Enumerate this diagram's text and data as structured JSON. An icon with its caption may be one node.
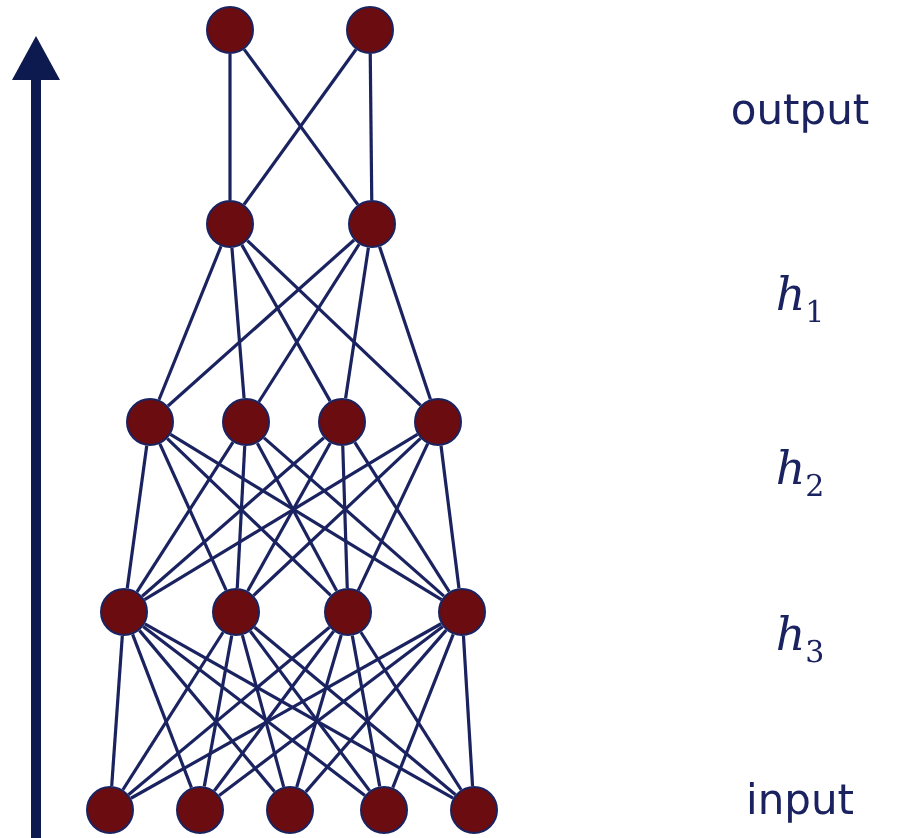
{
  "diagram": {
    "nodes": [
      {
        "text": [],
        "shape": "circle"
      },
      {
        "text": [],
        "shape": "circle"
      },
      {
        "text": [],
        "shape": "circle"
      },
      {
        "text": [],
        "shape": "circle"
      },
      {
        "text": [],
        "shape": "circle"
      },
      {
        "text": [],
        "shape": "circle"
      },
      {
        "text": [],
        "shape": "circle"
      },
      {
        "text": [],
        "shape": "circle"
      },
      {
        "text": [],
        "shape": "circle"
      },
      {
        "text": [],
        "shape": "circle"
      },
      {
        "text": [],
        "shape": "circle"
      },
      {
        "text": [],
        "shape": "circle"
      },
      {
        "text": [],
        "shape": "circle"
      },
      {
        "text": [],
        "shape": "circle"
      },
      {
        "text": [],
        "shape": "circle"
      },
      {
        "text": [],
        "shape": "circle"
      },
      {
        "text": [],
        "shape": "circle"
      }
    ],
    "edges": [
      {
        "from": 2,
        "to": 0,
        "arrow": "none"
      },
      {
        "from": 2,
        "to": 1,
        "arrow": "none"
      },
      {
        "from": 3,
        "to": 0,
        "arrow": "none"
      },
      {
        "from": 3,
        "to": 1,
        "arrow": "none"
      },
      {
        "from": 4,
        "to": 2,
        "arrow": "none"
      },
      {
        "from": 4,
        "to": 3,
        "arrow": "none"
      },
      {
        "from": 5,
        "to": 2,
        "arrow": "none"
      },
      {
        "from": 5,
        "to": 3,
        "arrow": "none"
      },
      {
        "from": 6,
        "to": 2,
        "arrow": "none"
      },
      {
        "from": 6,
        "to": 3,
        "arrow": "none"
      },
      {
        "from": 7,
        "to": 2,
        "arrow": "none"
      },
      {
        "from": 7,
        "to": 3,
        "arrow": "none"
      },
      {
        "from": 8,
        "to": 4,
        "arrow": "none"
      },
      {
        "from": 8,
        "to": 5,
        "arrow": "none"
      },
      {
        "from": 8,
        "to": 6,
        "arrow": "none"
      },
      {
        "from": 8,
        "to": 7,
        "arrow": "none"
      },
      {
        "from": 9,
        "to": 4,
        "arrow": "none"
      },
      {
        "from": 9,
        "to": 5,
        "arrow": "none"
      },
      {
        "from": 9,
        "to": 6,
        "arrow": "none"
      },
      {
        "from": 9,
        "to": 7,
        "arrow": "none"
      },
      {
        "from": 10,
        "to": 4,
        "arrow": "none"
      },
      {
        "from": 10,
        "to": 5,
        "arrow": "none"
      },
      {
        "from": 10,
        "to": 6,
        "arrow": "none"
      },
      {
        "from": 10,
        "to": 7,
        "arrow": "none"
      },
      {
        "from": 11,
        "to": 4,
        "arrow": "none"
      },
      {
        "from": 11,
        "to": 5,
        "arrow": "none"
      },
      {
        "from": 11,
        "to": 6,
        "arrow": "none"
      },
      {
        "from": 11,
        "to": 7,
        "arrow": "none"
      },
      {
        "from": 12,
        "to": 8,
        "arrow": "none"
      },
      {
        "from": 12,
        "to": 9,
        "arrow": "none"
      },
      {
        "from": 12,
        "to": 10,
        "arrow": "none"
      },
      {
        "from": 12,
        "to": 11,
        "arrow": "none"
      },
      {
        "from": 13,
        "to": 8,
        "arrow": "none"
      },
      {
        "from": 13,
        "to": 9,
        "arrow": "none"
      },
      {
        "from": 13,
        "to": 10,
        "arrow": "none"
      },
      {
        "from": 13,
        "to": 11,
        "arrow": "none"
      },
      {
        "from": 14,
        "to": 8,
        "arrow": "none"
      },
      {
        "from": 14,
        "to": 9,
        "arrow": "none"
      },
      {
        "from": 14,
        "to": 10,
        "arrow": "none"
      },
      {
        "from": 14,
        "to": 11,
        "arrow": "none"
      },
      {
        "from": 15,
        "to": 8,
        "arrow": "none"
      },
      {
        "from": 15,
        "to": 9,
        "arrow": "none"
      },
      {
        "from": 15,
        "to": 10,
        "arrow": "none"
      },
      {
        "from": 15,
        "to": 11,
        "arrow": "none"
      },
      {
        "from": 16,
        "to": 8,
        "arrow": "none"
      },
      {
        "from": 16,
        "to": 9,
        "arrow": "none"
      },
      {
        "from": 16,
        "to": 10,
        "arrow": "none"
      },
      {
        "from": 16,
        "to": 11,
        "arrow": "none"
      }
    ],
    "labels": [
      "output",
      "*h*$_{1}$",
      "*h*$_{2}$",
      "*h*$_{3}$",
      "input"
    ]
  }
}
